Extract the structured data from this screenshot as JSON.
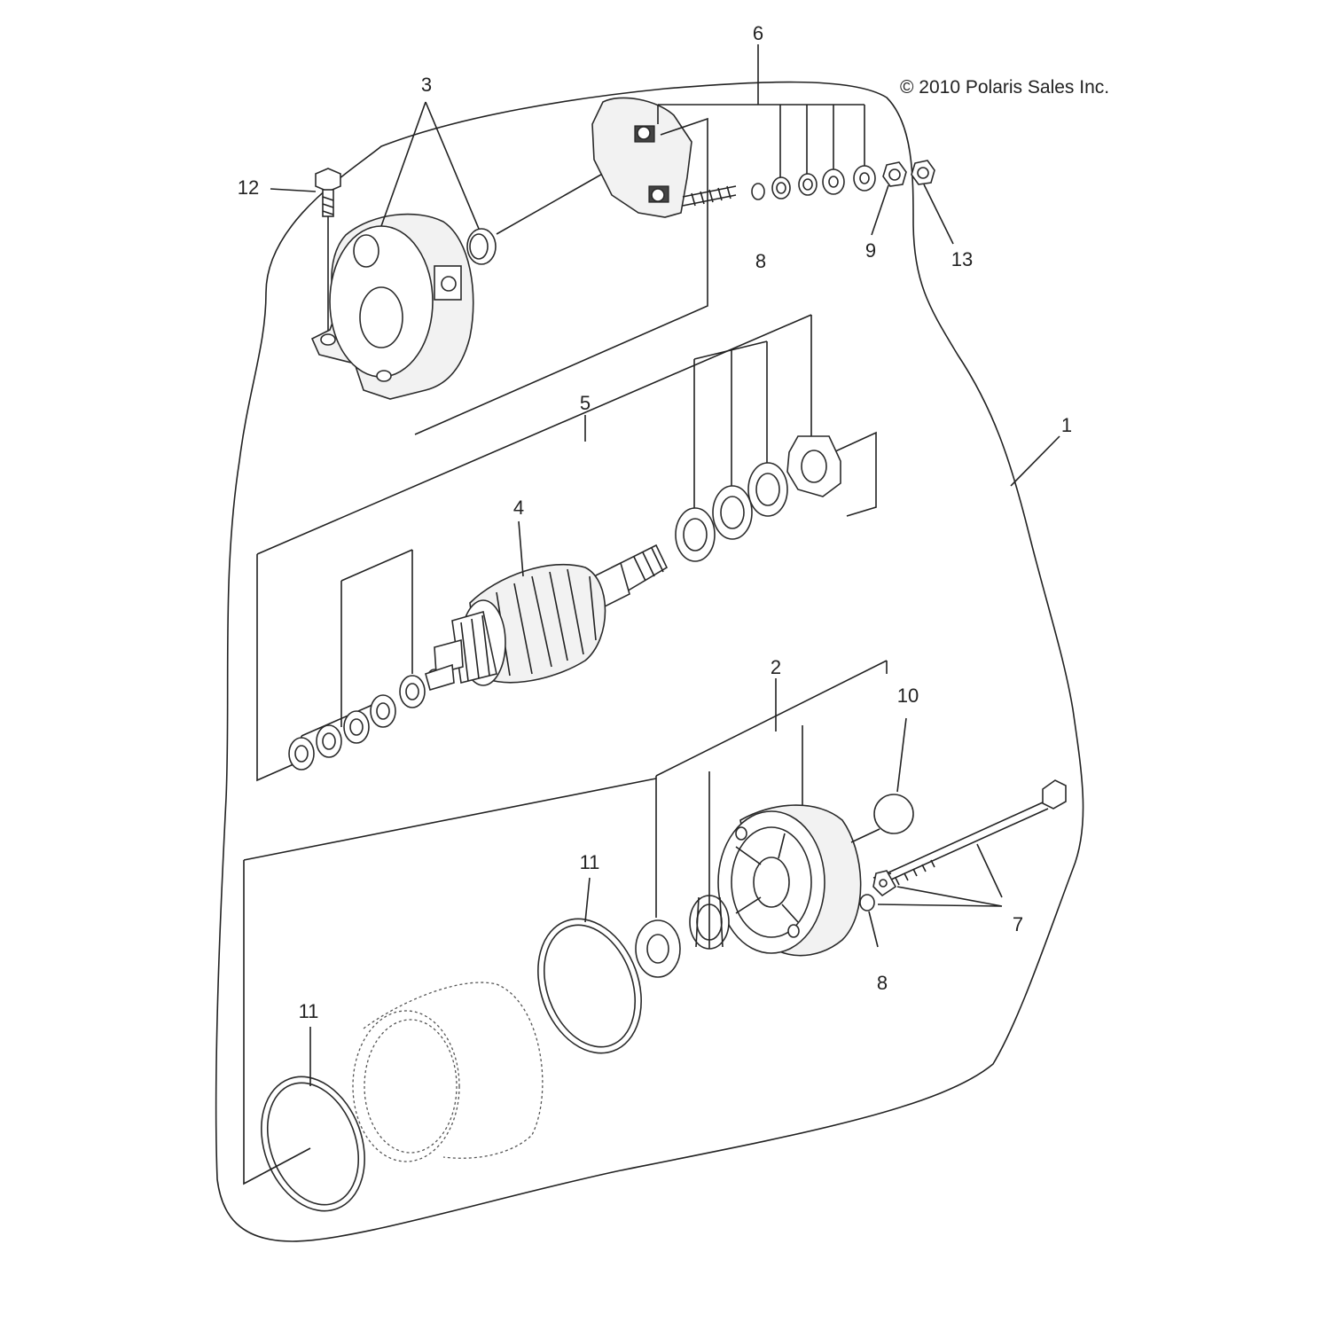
{
  "copyright": "© 2010 Polaris Sales Inc.",
  "callouts": {
    "c1": "1",
    "c2": "2",
    "c3": "3",
    "c4": "4",
    "c5": "5",
    "c6": "6",
    "c7": "7",
    "c8a": "8",
    "c8b": "8",
    "c9": "9",
    "c10": "10",
    "c11a": "11",
    "c11b": "11",
    "c12": "12",
    "c13": "13"
  }
}
